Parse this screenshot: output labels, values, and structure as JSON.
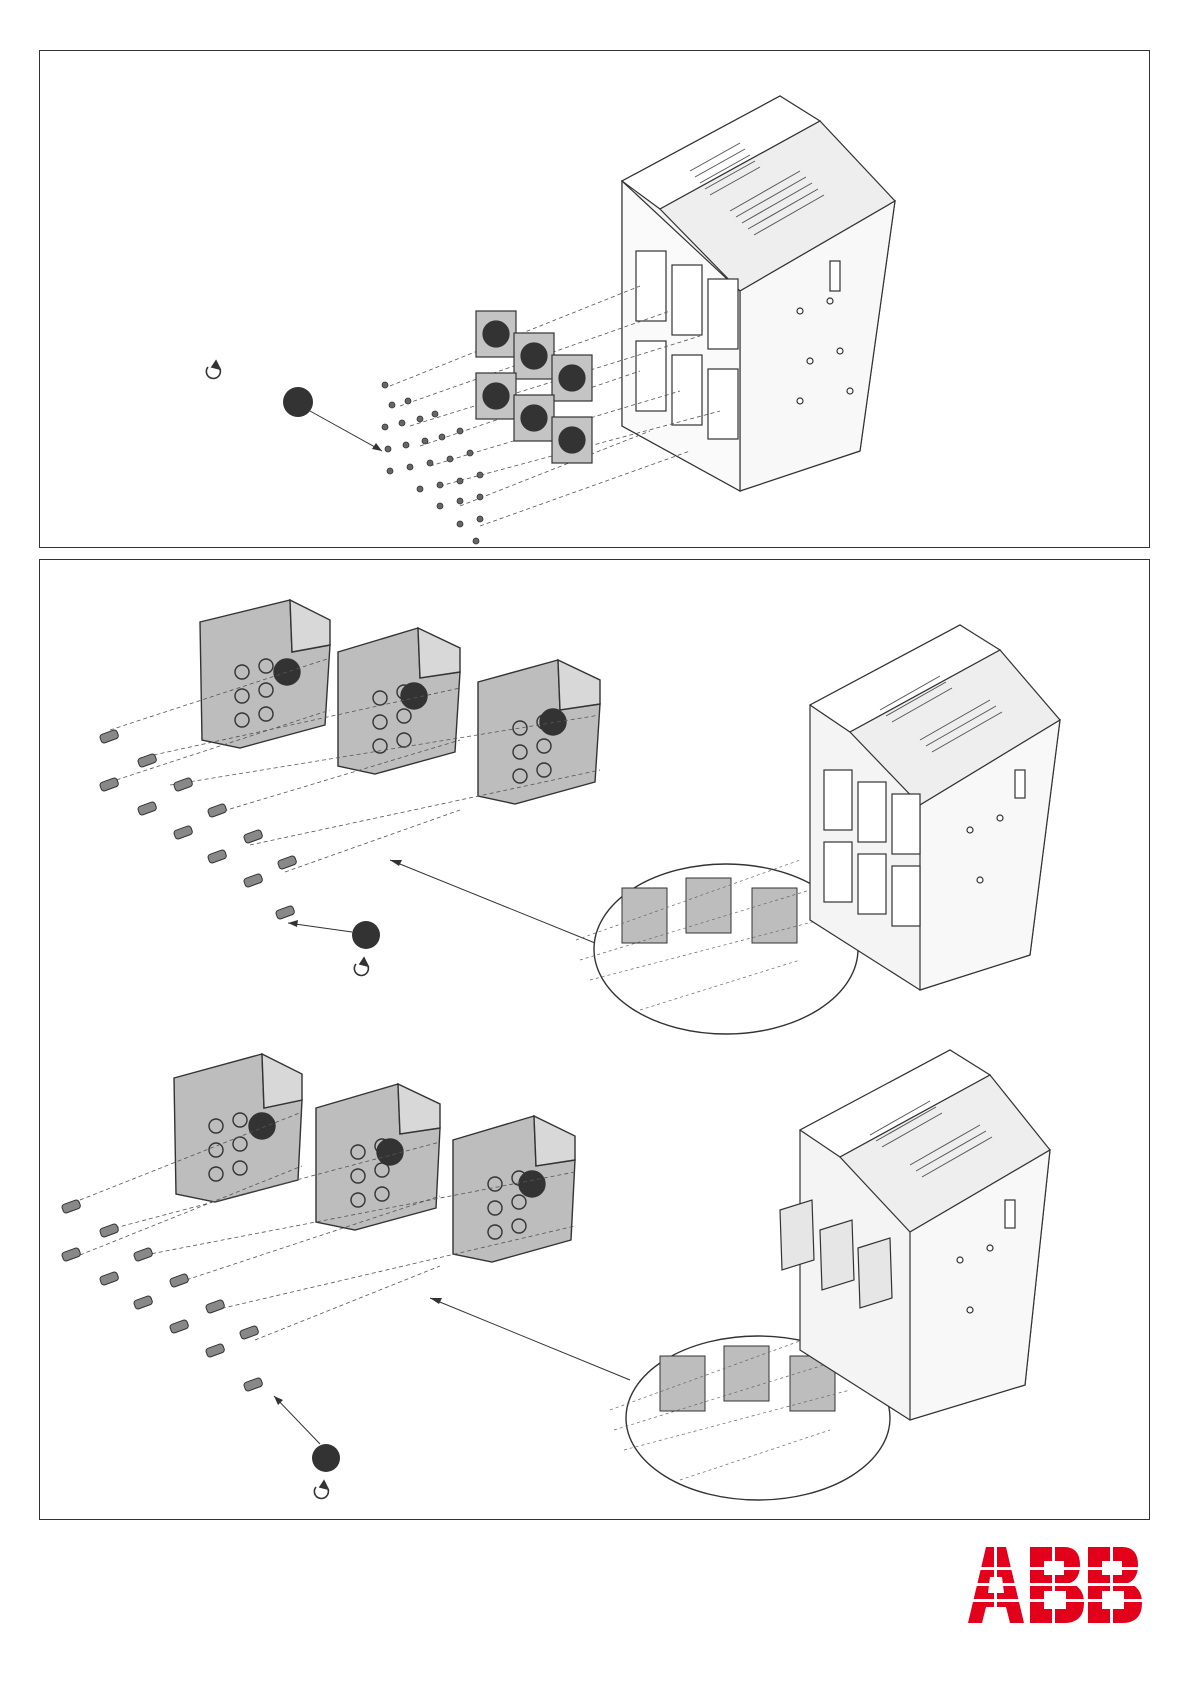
{
  "document": {
    "type": "assembly-instruction-sheet",
    "steps_shown": 3
  },
  "brand": {
    "logo_text": "ABB",
    "logo_color": "#e2001a"
  },
  "colors": {
    "line": "#333333",
    "terminal_fill": "#bdbdbd",
    "callout_fill": "#333333",
    "breaker_face": "#f4f4f4"
  },
  "icons": [
    "rotate-clockwise-icon",
    "callout-marker-icon",
    "screw-icon",
    "terminal-plate-icon",
    "circuit-breaker-drawing"
  ]
}
